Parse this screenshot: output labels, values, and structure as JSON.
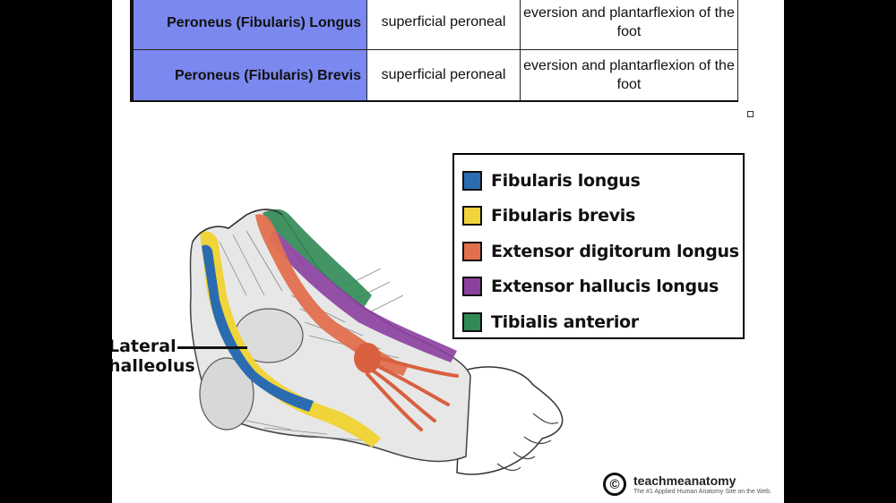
{
  "table": {
    "rows": [
      {
        "muscle": "Peroneus (Fibularis) Longus",
        "innervation": "superficial peroneal",
        "action": "eversion and plantarflexion of the foot"
      },
      {
        "muscle": "Peroneus (Fibularis) Brevis",
        "innervation": "superficial peroneal",
        "action": "eversion and plantarflexion of the foot"
      }
    ]
  },
  "legend": {
    "items": [
      {
        "label": "Fibularis longus",
        "color": "#2b6cb0"
      },
      {
        "label": "Fibularis brevis",
        "color": "#f0d43a"
      },
      {
        "label": "Extensor digitorum longus",
        "color": "#e2704f"
      },
      {
        "label": "Extensor hallucis longus",
        "color": "#8b3f9e"
      },
      {
        "label": "Tibialis anterior",
        "color": "#2f8a55"
      }
    ]
  },
  "callout": {
    "line1": "Lateral",
    "line2": "halleolus"
  },
  "logo": {
    "symbol": "©",
    "name": "teachmeanatomy",
    "tagline": "The #1 Applied Human Anatomy Site on the Web."
  }
}
